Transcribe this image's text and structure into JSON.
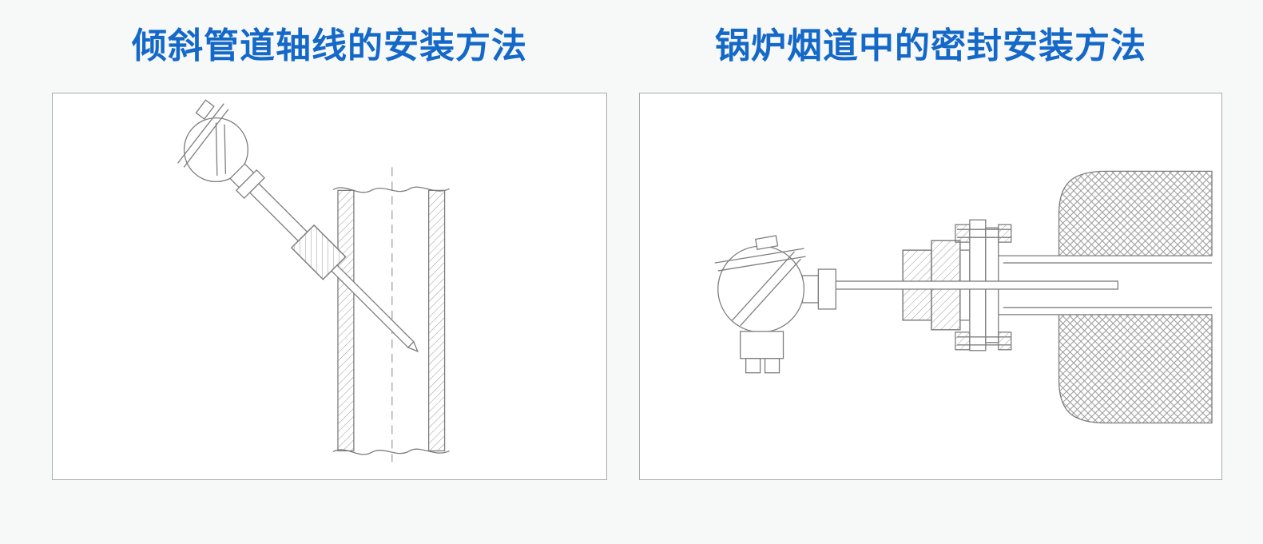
{
  "page": {
    "background_color": "#f7f8f8",
    "title_color": "#1468c8",
    "line_color": "#7d7d7d",
    "figure_border_color": "#a9adad"
  },
  "panels": [
    {
      "id": "inclined-pipe",
      "title": "倾斜管道轴线的安装方法",
      "diagram": "thermocouple installed at 45 degrees into a vertical pipe, probe tip aligned with the dashed pipe axis"
    },
    {
      "id": "boiler-flue",
      "title": "锅炉烟道中的密封安装方法",
      "diagram": "thermocouple installed horizontally through a boiler flue wall with packing gland, flange, bolts and sealed sleeve"
    }
  ]
}
